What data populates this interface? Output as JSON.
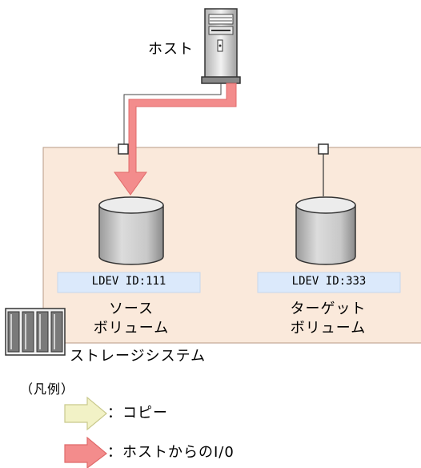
{
  "host": {
    "label": "ホスト"
  },
  "source_volume": {
    "ldev_label": "LDEV ID:111",
    "name_line1": "ソース",
    "name_line2": "ボリューム"
  },
  "target_volume": {
    "ldev_label": "LDEV ID:333",
    "name_line1": "ターゲット",
    "name_line2": "ボリューム"
  },
  "storage_system": {
    "label": "ストレージシステム"
  },
  "legend": {
    "title": "（凡例）",
    "items": [
      {
        "label": "：コピー",
        "icon": "light-yellow-arrow-icon"
      },
      {
        "label": "：ホストからのI/0",
        "icon": "pink-arrow-icon"
      }
    ]
  },
  "colors": {
    "storage_bg": "#fae9db",
    "storage_border": "#b89a84",
    "ldev_bg": "#dbe9fb",
    "host_io_arrow": "#f38c8c",
    "copy_arrow": "#f2f2c6",
    "cylinder_fill": "#d0d0d0"
  }
}
